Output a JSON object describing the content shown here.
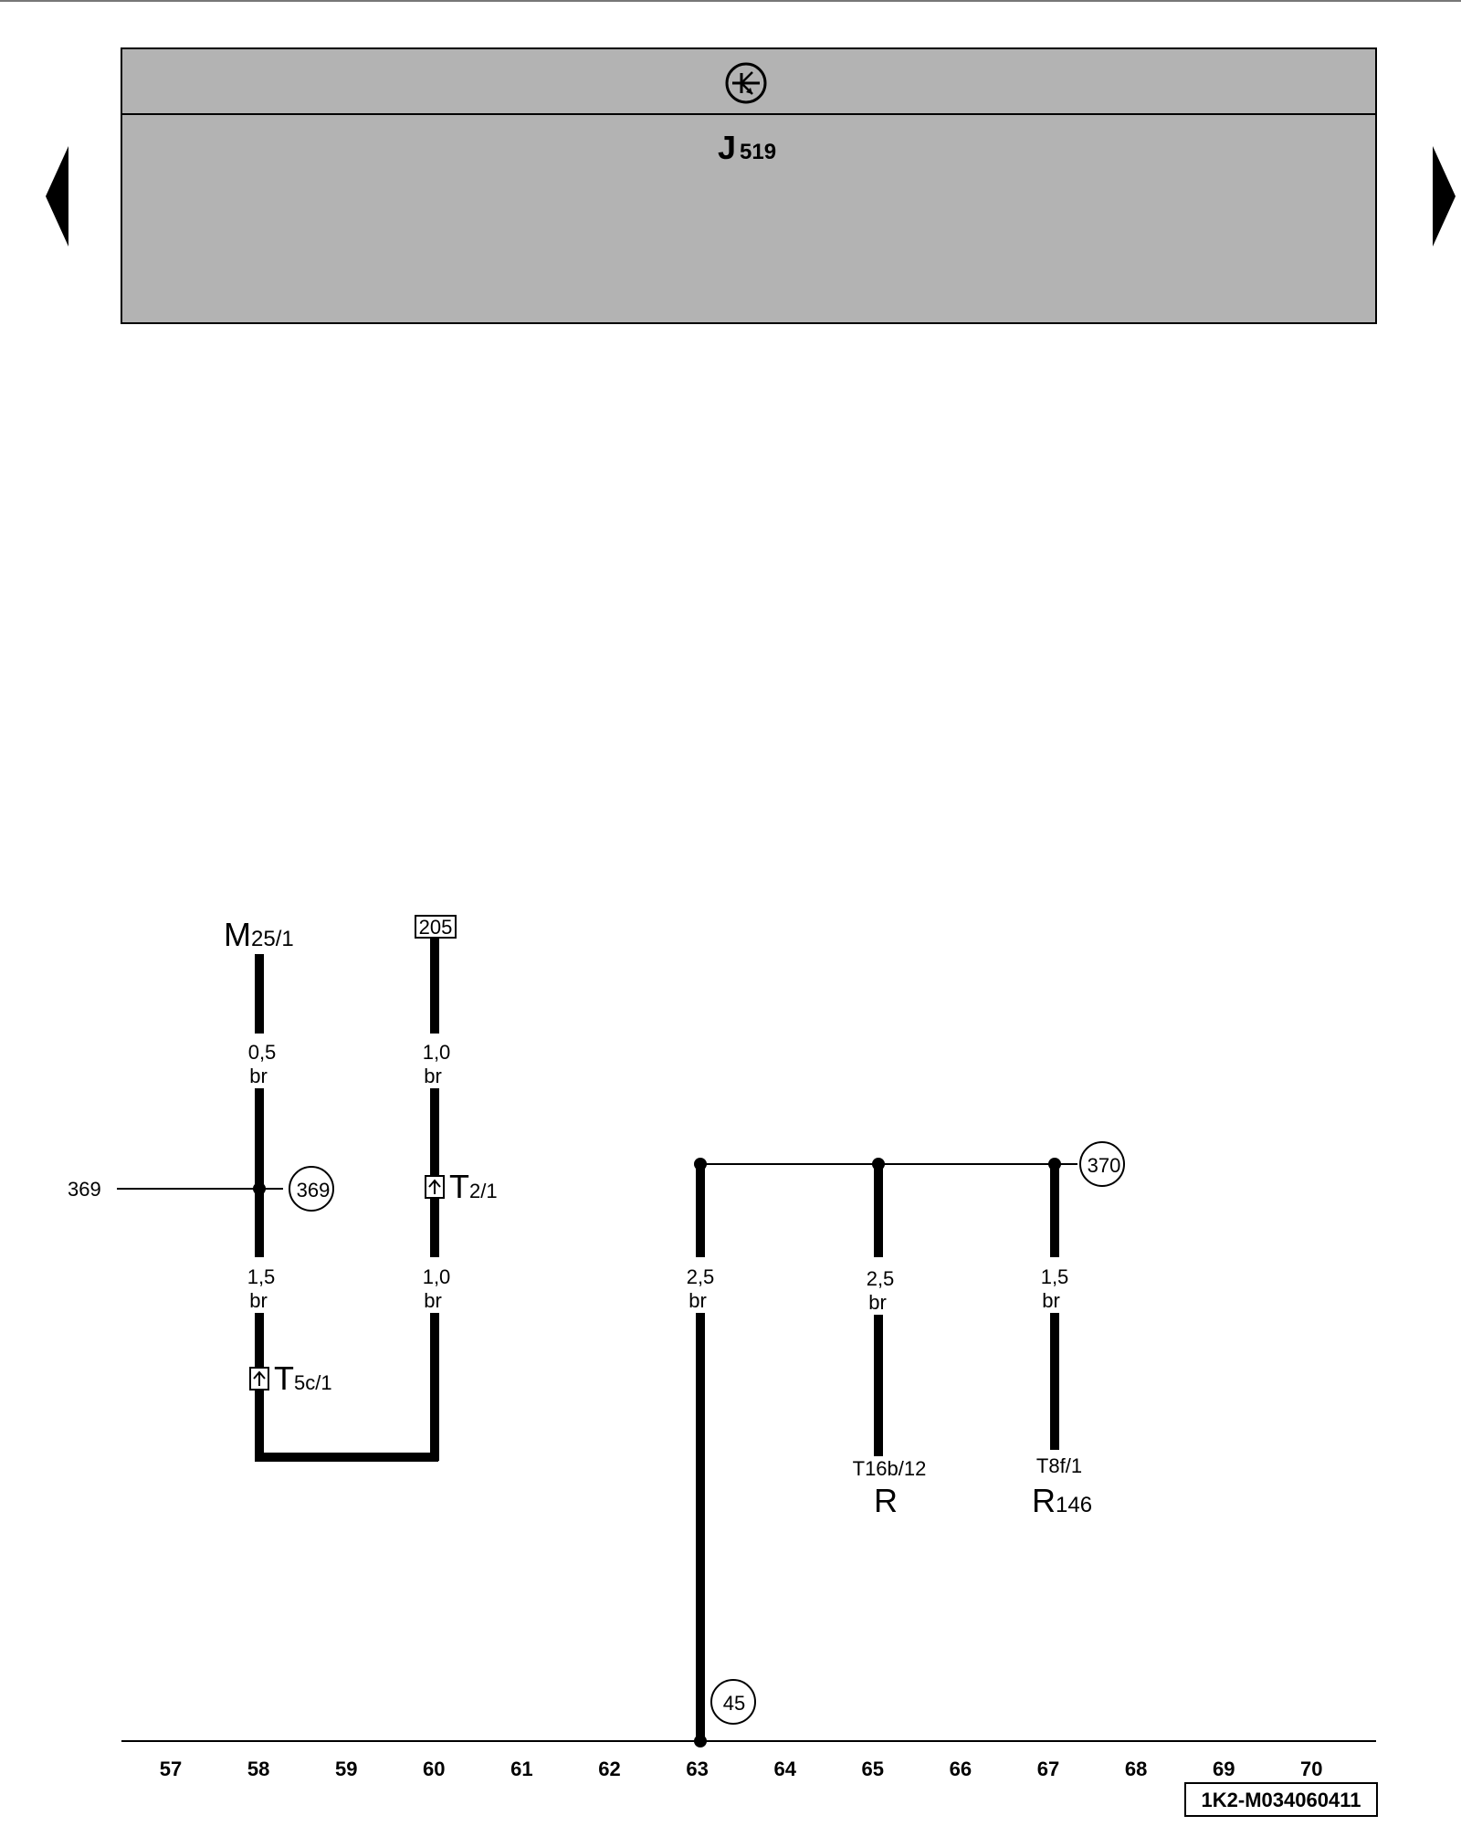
{
  "header": {
    "component_main": "J",
    "component_sub": "519"
  },
  "nav": {
    "prev_icon": "triangle-left-icon",
    "next_icon": "triangle-right-icon"
  },
  "wires": {
    "m25": {
      "main": "M",
      "sub": "25/1"
    },
    "box205": "205",
    "w58a": {
      "size": "0,5",
      "color": "br"
    },
    "w60a": {
      "size": "1,0",
      "color": "br"
    },
    "ref369_left": "369",
    "ref369_circle": "369",
    "t2": {
      "main": "T",
      "sub": "2/1"
    },
    "w58b": {
      "size": "1,5",
      "color": "br"
    },
    "w60b": {
      "size": "1,0",
      "color": "br"
    },
    "t5c": {
      "main": "T",
      "sub": "5c/1"
    },
    "ref370_circle": "370",
    "w63": {
      "size": "2,5",
      "color": "br"
    },
    "w65": {
      "size": "2,5",
      "color": "br"
    },
    "w67": {
      "size": "1,5",
      "color": "br"
    },
    "t16b": "T16b/12",
    "r_main": "R",
    "t8f": "T8f/1",
    "r146": {
      "main": "R",
      "sub": "146"
    },
    "ref45_circle": "45"
  },
  "ruler": [
    "57",
    "58",
    "59",
    "60",
    "61",
    "62",
    "63",
    "64",
    "65",
    "66",
    "67",
    "68",
    "69",
    "70"
  ],
  "doc_id": "1K2-M034060411"
}
